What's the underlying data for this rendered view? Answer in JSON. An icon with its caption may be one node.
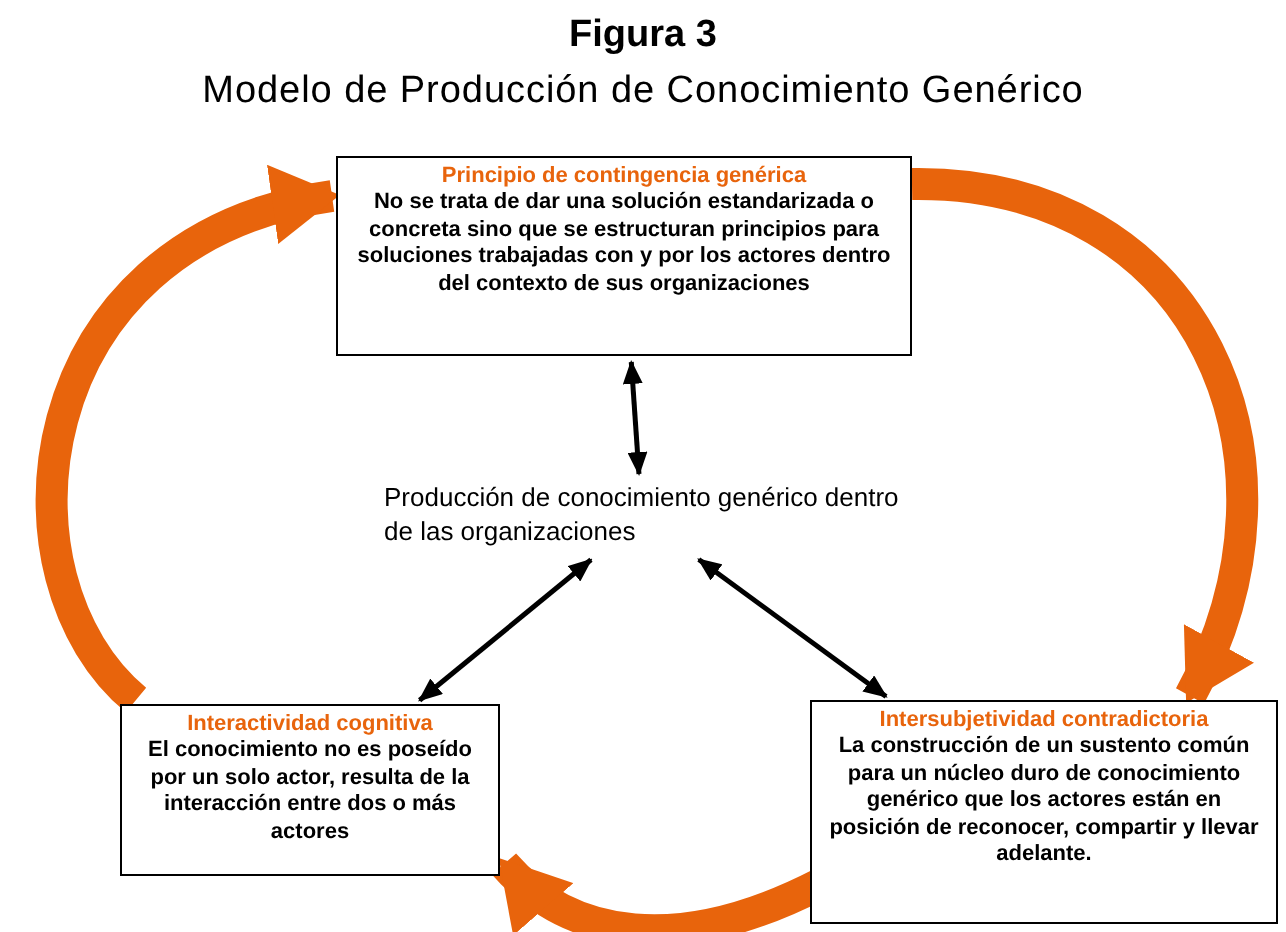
{
  "diagram": {
    "title": "Figura 3",
    "nodes": [
      {
        "text": [
          "Principio de contingencia genérica",
          "No se trata de dar una solución estandarizada o concreta sino que se estructuran principios para soluciones trabajadas con y por los actores dentro del contexto de sus organizaciones"
        ]
      },
      {
        "text": [
          "Producción de conocimiento genérico dentro de las organizaciones"
        ]
      },
      {
        "text": [
          "Interactividad cognitiva",
          "El conocimiento no es poseído por un solo actor, resulta de la interacción entre dos o más actores"
        ]
      },
      {
        "text": [
          "Intersubjetividad contradictoria",
          "La construcción de un sustento común para un núcleo duro de conocimiento genérico que los actores están en posición de reconocer, compartir y llevar adelante."
        ]
      }
    ],
    "edges": [
      {
        "from": 0,
        "to": 1,
        "arrow": "both"
      },
      {
        "from": 1,
        "to": 2,
        "arrow": "both"
      },
      {
        "from": 1,
        "to": 3,
        "arrow": "both"
      },
      {
        "from": 0,
        "to": 3,
        "arrow": "to",
        "style": "thick",
        "color": "#e8640c"
      },
      {
        "from": 3,
        "to": 2,
        "arrow": "to",
        "style": "thick",
        "color": "#e8640c"
      },
      {
        "from": 2,
        "to": 0,
        "arrow": "to",
        "style": "thick",
        "color": "#e8640c"
      }
    ],
    "labels": [
      "Modelo de Producción de Conocimiento Genérico"
    ]
  }
}
